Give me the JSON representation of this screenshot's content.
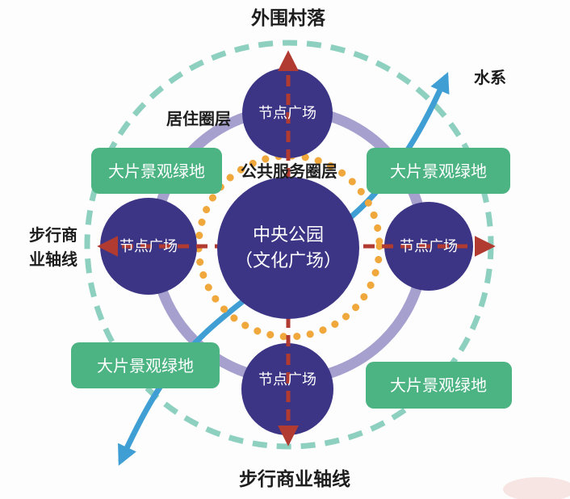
{
  "labels": {
    "outer_villages": "外围村落",
    "water_system": "水系",
    "residential_ring": "居住圈层",
    "public_service_ring": "公共服务圈层",
    "walk_axis_left_line1": "步行商",
    "walk_axis_left_line2": "业轴线",
    "walk_axis_bottom": "步行商业轴线"
  },
  "center": {
    "line1": "中央公园",
    "line2": "（文化广场）"
  },
  "nodes": [
    {
      "id": "top",
      "label": "节点广场"
    },
    {
      "id": "right",
      "label": "节点广场"
    },
    {
      "id": "bottom",
      "label": "节点广场"
    },
    {
      "id": "left",
      "label": "节点广场"
    }
  ],
  "green_spaces": [
    {
      "id": "top_left",
      "label": "大片景观绿地"
    },
    {
      "id": "top_right",
      "label": "大片景观绿地"
    },
    {
      "id": "bottom_left",
      "label": "大片景观绿地"
    },
    {
      "id": "bottom_right",
      "label": "大片景观绿地"
    }
  ],
  "colors": {
    "node_fill": "#3c3484",
    "green_fill": "#4cb383",
    "ring_teal": "#8ed0bf",
    "ring_purple": "#a5a0cd",
    "ring_orange": "#f0a73c",
    "axis_red": "#b13a31",
    "water_blue": "#3f9fd4",
    "text_dark": "#1d1d1d",
    "text_light": "#ffffff",
    "background": "#fdfdfd"
  }
}
